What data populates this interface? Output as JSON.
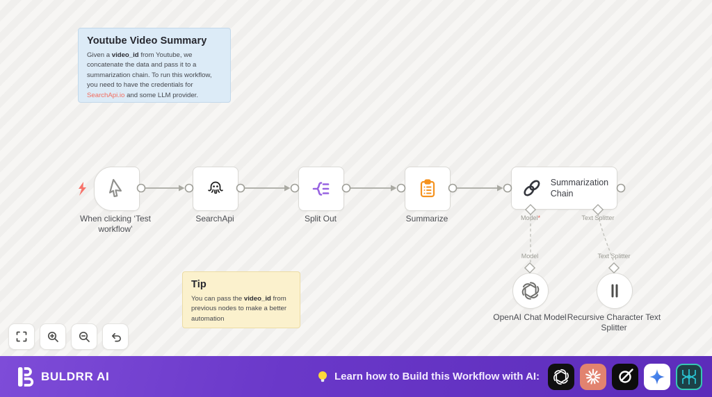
{
  "notes": {
    "summary": {
      "title": "Youtube Video Summary",
      "p1": "Given a ",
      "b1": "video_id",
      "p2": " from Youtube, we concatenate the data and pass it to a summarization chain. To run this workflow, you need to have the credentials for ",
      "link": "SearchApi.io",
      "p3": " and some LLM provider."
    },
    "tip": {
      "title": "Tip",
      "p1": "You can pass the ",
      "b1": "video_id",
      "p2": " from previous nodes to make a better automation"
    }
  },
  "nodes": {
    "trigger": {
      "label": "When clicking ‘Test workflow’",
      "icon": "cursor-icon"
    },
    "searchapi": {
      "label": "SearchApi",
      "icon": "octopus-icon"
    },
    "splitout": {
      "label": "Split Out",
      "icon": "split-icon",
      "color": "#9763e0"
    },
    "summarize": {
      "label": "Summarize",
      "icon": "clipboard-icon",
      "color": "#f5921e"
    },
    "chain": {
      "label": "Summarization Chain",
      "icon": "chain-icon"
    },
    "openai": {
      "label": "OpenAI Chat Model",
      "icon": "openai-icon"
    },
    "splitter": {
      "label": "Recursive Character Text Splitter",
      "icon": "pause-icon"
    }
  },
  "ports": {
    "model": "Model",
    "required_mark": "*",
    "text_splitter": "Text Splitter"
  },
  "controls": [
    "fit-view",
    "zoom-in",
    "zoom-out",
    "undo"
  ],
  "bottom_bar": {
    "brand": "BULDRR AI",
    "cta": "Learn how to Build this Workflow with AI:",
    "ai_tools": [
      "openai",
      "claude",
      "grok",
      "gemini",
      "perplexity"
    ]
  },
  "colors": {
    "bar_purple": "#6a38c9",
    "split_out": "#9763e0",
    "summarize": "#f5921e",
    "link": "#f36c5e",
    "trigger_bolt": "#f7736a",
    "perplexity_teal": "#2bc8d8"
  }
}
